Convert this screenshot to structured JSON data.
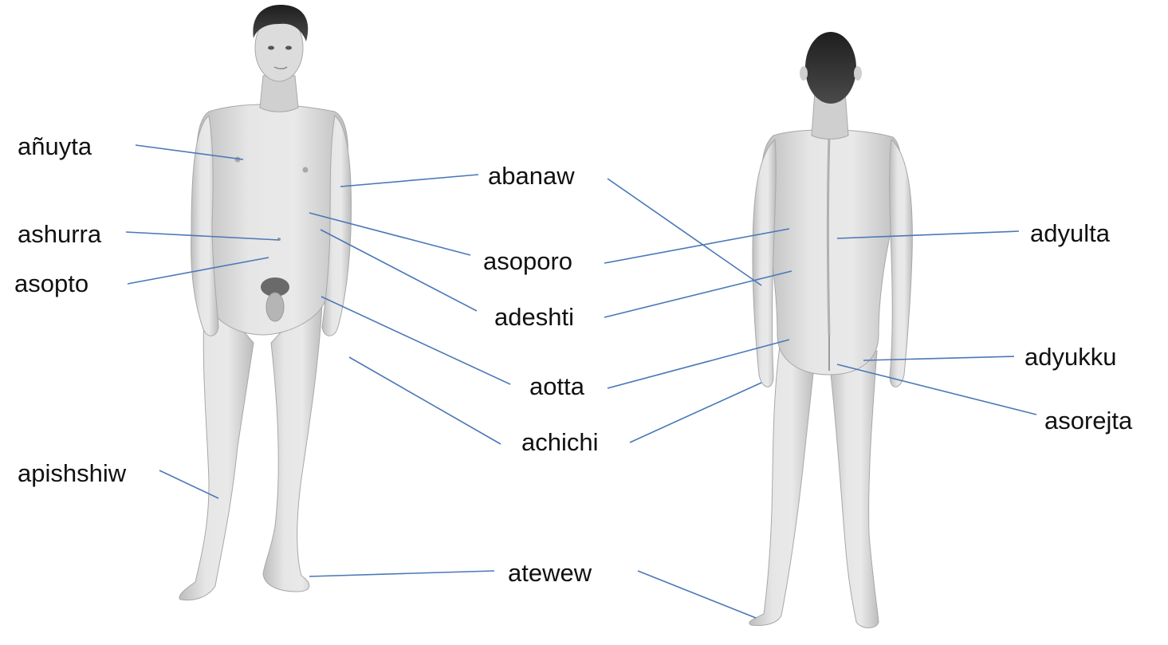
{
  "labels": {
    "anuyta": "añuyta",
    "ashurra": "ashurra",
    "asopto": "asopto",
    "apishshiw": "apishshiw",
    "abanaw": "abanaw",
    "asoporo": "asoporo",
    "adeshti": "adeshti",
    "aotta": "aotta",
    "achichi": "achichi",
    "atewew": "atewew",
    "adyulta": "adyulta",
    "adyukku": "adyukku",
    "asorejta": "asorejta"
  },
  "colors": {
    "leader_line": "#4a78b8",
    "skin": "#d6d6d6",
    "skin_shade": "#b9b9b9",
    "hair": "#2a2a2a",
    "text": "#111111"
  },
  "figures": {
    "front": "front-view-figure",
    "back": "back-view-figure"
  }
}
